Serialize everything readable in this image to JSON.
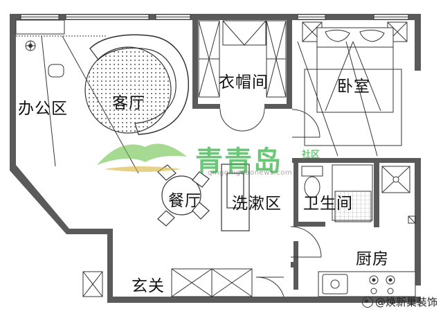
{
  "rooms": {
    "office": "办公区",
    "living": "客厅",
    "cloakroom": "衣帽间",
    "bedroom": "卧室",
    "dining": "餐厅",
    "washing": "洗漱区",
    "bathroom": "卫生间",
    "kitchen": "厨房",
    "entrance": "玄关"
  },
  "watermark": {
    "title": "青青岛",
    "badge": "社区",
    "url": "qingqingdaonews.com"
  },
  "credit": "@焕新巢装饰",
  "colors": {
    "wall": "#5a5a5a",
    "line": "#333333",
    "watermark": "#3cb44b"
  }
}
